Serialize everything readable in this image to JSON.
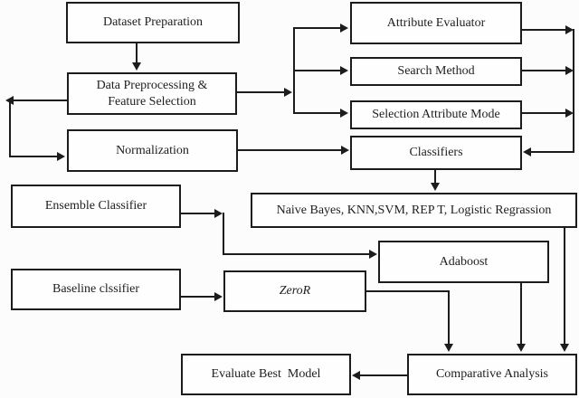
{
  "diagram": {
    "type": "flowchart",
    "nodes": {
      "dataset_preparation": "Dataset Preparation",
      "data_preprocessing": "Data Preprocessing &\nFeature Selection",
      "normalization": "Normalization",
      "attribute_evaluator": "Attribute Evaluator",
      "search_method": "Search Method",
      "selection_attribute_mode": "Selection Attribute Mode",
      "classifiers": "Classifiers",
      "naive_bayes_list": "Naive Bayes, KNN,SVM, REP T, Logistic Regrassion",
      "ensemble_classifier": "Ensemble Classifier",
      "adaboost": "Adaboost",
      "baseline_classifier": "Baseline clssifier",
      "zeror": "ZeroR",
      "evaluate_best_model": "Evaluate Best  Model",
      "comparative_analysis": "Comparative Analysis"
    },
    "edges": [
      "dataset_preparation -> data_preprocessing",
      "data_preprocessing -> left-loop -> normalization",
      "data_preprocessing -> attribute_evaluator",
      "data_preprocessing -> search_method",
      "data_preprocessing -> selection_attribute_mode",
      "attribute_evaluator -> classifiers",
      "search_method -> classifiers",
      "selection_attribute_mode -> classifiers",
      "normalization -> classifiers",
      "classifiers -> naive_bayes_list",
      "ensemble_classifier -> adaboost",
      "baseline_classifier -> zeror",
      "zeror -> comparative_analysis",
      "adaboost -> comparative_analysis",
      "naive_bayes_list -> comparative_analysis",
      "comparative_analysis -> evaluate_best_model"
    ],
    "colors": {
      "line": "#1c1c1c",
      "box_border": "#1c1c1c",
      "box_background": "#fefefe",
      "page_background": "#fcfcfc",
      "text": "#1e1e1e"
    }
  }
}
